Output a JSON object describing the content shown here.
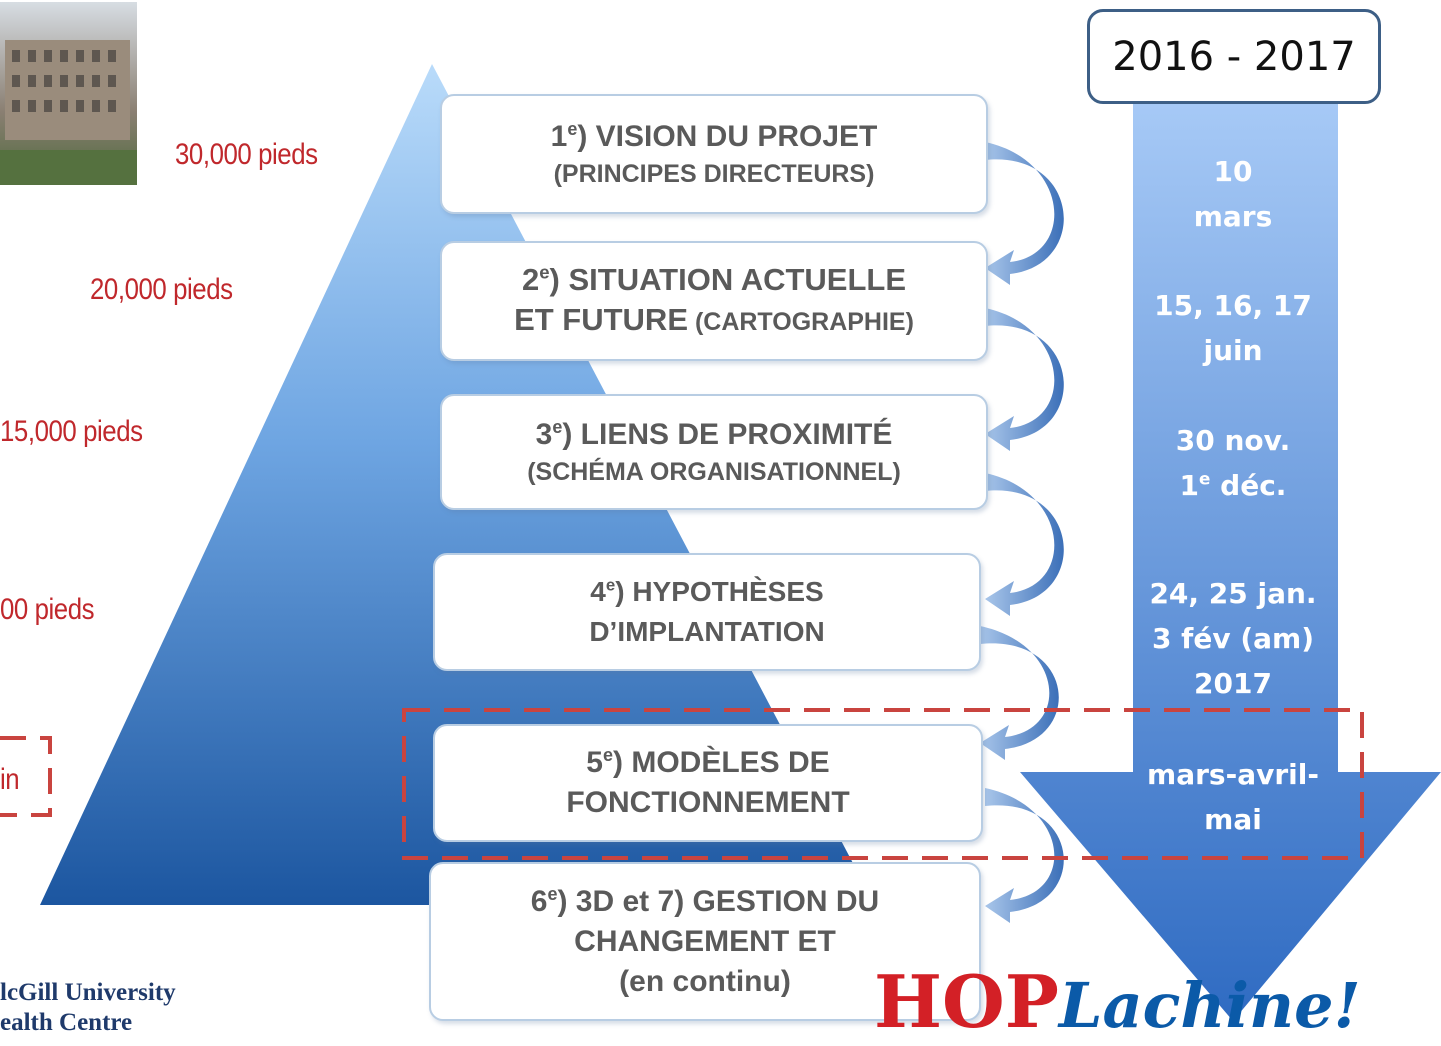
{
  "altitudes": [
    "30,000 pieds",
    "20,000 pieds",
    "15,000 pieds",
    "00 pieds",
    "in"
  ],
  "steps": [
    {
      "num": "1",
      "sup": "e",
      "line1": ") VISION DU PROJET",
      "line2": "(PRINCIPES DIRECTEURS)"
    },
    {
      "num": "2",
      "sup": "e",
      "line1": ") SITUATION ACTUELLE",
      "line2a": "ET FUTURE",
      "line2b": " (CARTOGRAPHIE)"
    },
    {
      "num": "3",
      "sup": "e",
      "line1": ") LIENS DE PROXIMITÉ",
      "line2": "(SCHÉMA ORGANISATIONNEL)"
    },
    {
      "num": "4",
      "sup": "e",
      "line1": ") HYPOTHÈSES",
      "line2": "D’IMPLANTATION"
    },
    {
      "num": "5",
      "sup": "e",
      "line1": ") MODÈLES DE",
      "line2": "FONCTIONNEMENT"
    },
    {
      "num": "6",
      "sup": "e",
      "line1": ") 3D et 7)  GESTION DU",
      "line2": "CHANGEMENT ET",
      "line3": "(en continu)"
    }
  ],
  "year_range": "2016 - 2017",
  "dates": [
    {
      "a": "10",
      "b": "mars"
    },
    {
      "a": "15, 16, 17",
      "b": "juin"
    },
    {
      "a": "30 nov.",
      "b_num": "1",
      "b_sup": "e",
      "b_rest": " déc."
    },
    {
      "a": "24, 25 jan.",
      "b": "3 fév (am)",
      "c": "2017"
    },
    {
      "a": "mars-avril-",
      "b": "mai"
    }
  ],
  "logo_mcgill_1": "lcGill University",
  "logo_mcgill_2": "ealth Centre",
  "logo_hop_1": "HOP",
  "logo_hop_2": "Lachine!",
  "colors": {
    "pyramid_light": "#a9d0f5",
    "pyramid_dark": "#1f5aa0",
    "arrow_light": "#9cc3f2",
    "arrow_dark": "#3a74c8",
    "altitude_text": "#c0282c",
    "dashed_box": "#c9443f",
    "step_text": "#5a5a5a"
  }
}
